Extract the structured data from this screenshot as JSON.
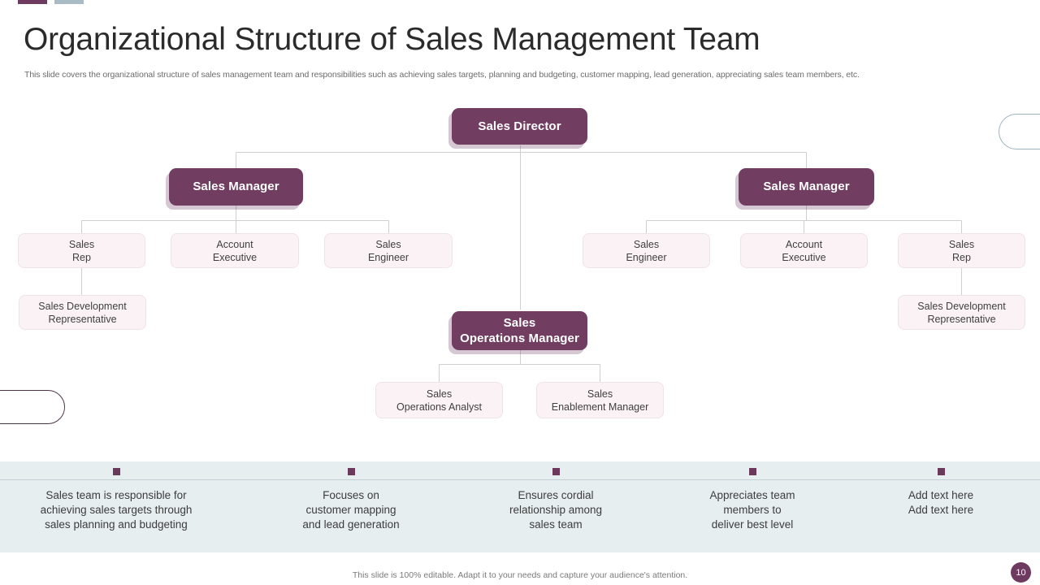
{
  "header": {
    "title": "Organizational Structure of Sales Management Team",
    "subtitle": "This slide covers the organizational structure of sales management team and responsibilities such as achieving sales targets, planning and budgeting, customer mapping, lead generation, appreciating sales team members, etc."
  },
  "colors": {
    "accent_purple": "#713d61",
    "accent_dark": "#6b3a5b",
    "node_light_bg": "#fbf2f6",
    "band_bg": "#e7eef0",
    "decor_blue": "#a9bcc6",
    "connector": "#cfcfcf"
  },
  "org_chart": {
    "director": {
      "label": "Sales Director"
    },
    "left_manager": {
      "label": "Sales Manager"
    },
    "right_manager": {
      "label": "Sales Manager"
    },
    "operations_manager": {
      "line1": "Sales",
      "line2": "Operations Manager"
    },
    "left_team": [
      {
        "line1": "Sales",
        "line2": "Rep"
      },
      {
        "line1": "Account",
        "line2": "Executive"
      },
      {
        "line1": "Sales",
        "line2": "Engineer"
      }
    ],
    "left_sub": {
      "line1": "Sales Development",
      "line2": "Representative"
    },
    "right_team": [
      {
        "line1": "Sales",
        "line2": "Engineer"
      },
      {
        "line1": "Account",
        "line2": "Executive"
      },
      {
        "line1": "Sales",
        "line2": "Rep"
      }
    ],
    "right_sub": {
      "line1": "Sales Development",
      "line2": "Representative"
    },
    "operations_team": [
      {
        "line1": "Sales",
        "line2": "Operations Analyst"
      },
      {
        "line1": "Sales",
        "line2": "Enablement Manager"
      }
    ]
  },
  "responsibilities": [
    {
      "line1": "Sales team is responsible for",
      "line2": "achieving sales targets through",
      "line3": "sales planning and budgeting"
    },
    {
      "line1": "Focuses on",
      "line2": "customer mapping",
      "line3": "and lead generation"
    },
    {
      "line1": "Ensures cordial",
      "line2": "relationship among",
      "line3": "sales team"
    },
    {
      "line1": "Appreciates team",
      "line2": "members to",
      "line3": "deliver best level"
    },
    {
      "line1": "Add text here",
      "line2": "Add text here",
      "line3": ""
    }
  ],
  "footer": {
    "note": "This slide is 100% editable. Adapt it to your needs and capture your audience's attention.",
    "page_number": "10"
  }
}
